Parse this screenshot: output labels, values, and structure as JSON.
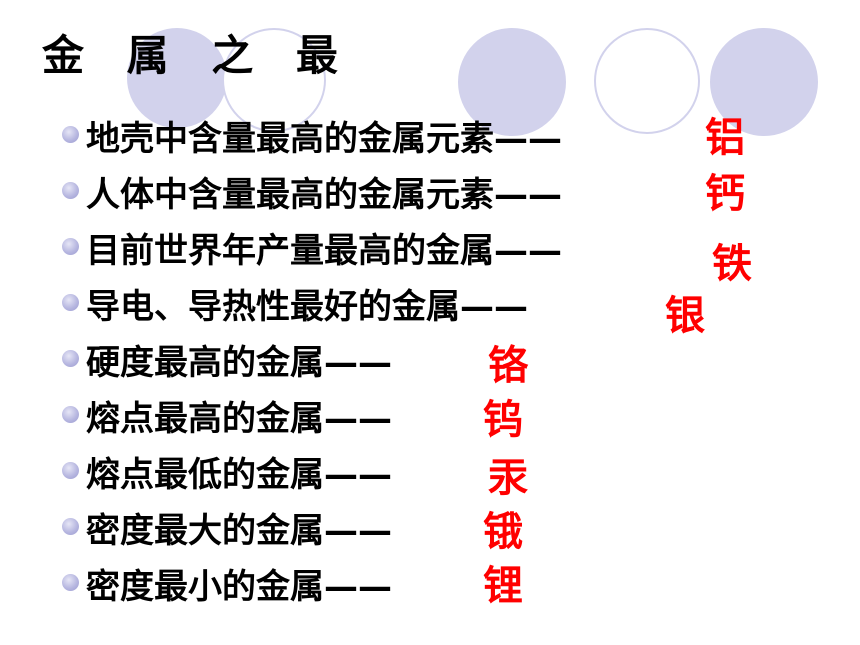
{
  "title": "金 属 之 最",
  "rows": [
    {
      "text": "地壳中含量最高的金属元素——",
      "answer": "铝"
    },
    {
      "text": "人体中含量最高的金属元素——",
      "answer": "钙"
    },
    {
      "text": "目前世界年产量最高的金属——",
      "answer": "铁"
    },
    {
      "text": "导电、导热性最好的金属——",
      "answer": "银"
    },
    {
      "text": "硬度最高的金属——",
      "answer": "铬"
    },
    {
      "text": "熔点最高的金属——",
      "answer": "钨"
    },
    {
      "text": "熔点最低的金属——",
      "answer": "汞"
    },
    {
      "text": "密度最大的金属——",
      "answer": "锇"
    },
    {
      "text": "密度最小的金属——",
      "answer": "锂"
    }
  ],
  "colors": {
    "answer": "#ff0000",
    "bullet": "#b7b7e0",
    "deco_circle": "#d2d2ec"
  }
}
